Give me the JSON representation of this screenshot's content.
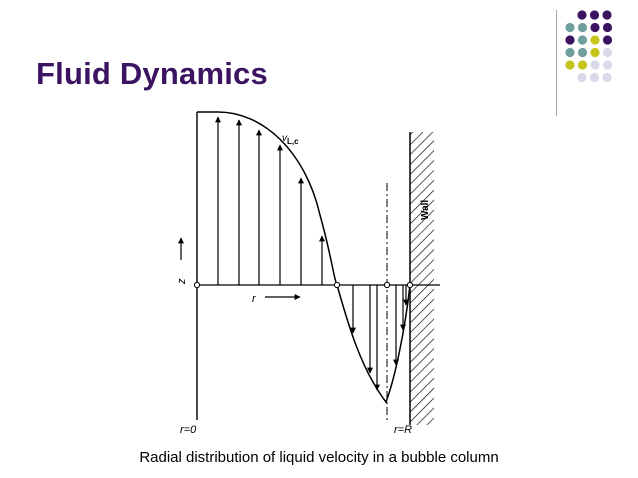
{
  "slide": {
    "title": "Fluid Dynamics",
    "caption": "Radial distribution of liquid velocity in a bubble column"
  },
  "colors": {
    "title": "#3c1361",
    "dot_purple": "#3c1361",
    "dot_teal": "#6e9e9e",
    "dot_yellow": "#c5c51a",
    "dot_lavender": "#d9d9ea"
  },
  "decoration": {
    "dot_grid": [
      [
        "purple",
        "purple",
        "purple"
      ],
      [
        "teal",
        "teal",
        "purple",
        "purple"
      ],
      [
        "purple",
        "teal",
        "yellow",
        "purple"
      ],
      [
        "teal",
        "teal",
        "yellow",
        "lavender"
      ],
      [
        "yellow",
        "yellow",
        "lavender",
        "lavender"
      ],
      [
        "lavender",
        "lavender",
        "lavender"
      ]
    ]
  },
  "diagram": {
    "labels": {
      "velocity": "v",
      "velocity_sub": "L,c",
      "wall": "Wall",
      "z_axis": "z",
      "r_axis": "r",
      "r_zero": "r=0",
      "r_max": "r=R"
    },
    "arrow_icons": [
      "arrow-up-icon",
      "arrow-down-icon",
      "arrow-right-icon"
    ]
  }
}
